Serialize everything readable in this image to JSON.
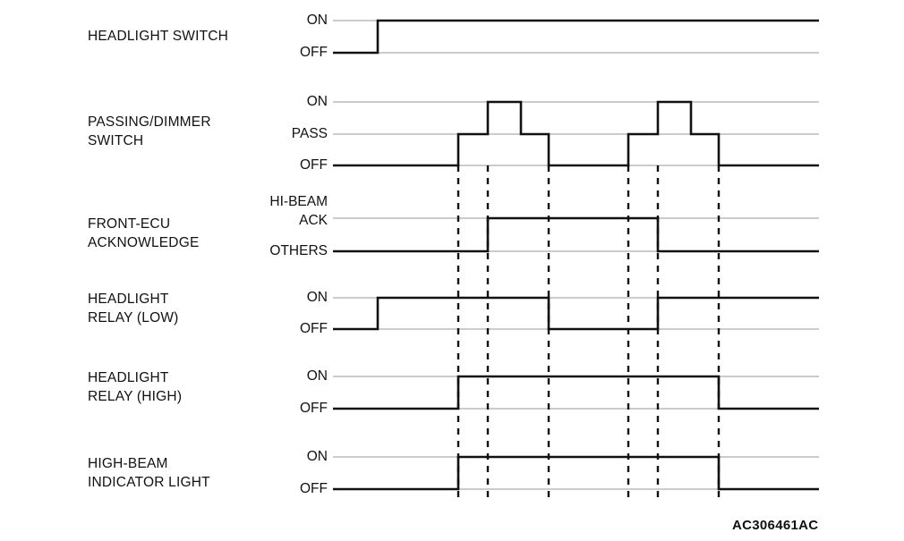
{
  "figure": {
    "caption": "AC306461AC",
    "background_color": "#ffffff",
    "waveform_color": "#111111",
    "gridline_color": "#9a9a9a",
    "dashed_line_color": "#111111"
  },
  "signals": [
    {
      "name": "HEADLIGHT SWITCH",
      "label": "HEADLIGHT SWITCH",
      "levels": [
        "ON",
        "OFF"
      ],
      "level_labels": [
        {
          "text": "ON",
          "y": 23
        },
        {
          "text": "OFF",
          "y": 59
        }
      ],
      "baseline_y": 59,
      "segments": [
        {
          "level": "OFF",
          "x_start": 372,
          "x_end": 422
        },
        {
          "level": "ON",
          "x_start": 422,
          "x_end": 915
        }
      ]
    },
    {
      "name": "PASSING/DIMMER SWITCH",
      "label": "PASSING/DIMMER\nSWITCH",
      "levels": [
        "ON",
        "PASS",
        "OFF"
      ],
      "level_labels": [
        {
          "text": "ON",
          "y": 114
        },
        {
          "text": "PASS",
          "y": 150
        },
        {
          "text": "OFF",
          "y": 185
        }
      ],
      "baseline_y": 185,
      "segments": [
        {
          "level": "OFF",
          "x_start": 372,
          "x_end": 512
        },
        {
          "level": "PASS",
          "x_start": 512,
          "x_end": 545
        },
        {
          "level": "ON",
          "x_start": 545,
          "x_end": 582
        },
        {
          "level": "PASS",
          "x_start": 582,
          "x_end": 613
        },
        {
          "level": "OFF",
          "x_start": 613,
          "x_end": 702
        },
        {
          "level": "PASS",
          "x_start": 702,
          "x_end": 735
        },
        {
          "level": "ON",
          "x_start": 735,
          "x_end": 772
        },
        {
          "level": "PASS",
          "x_start": 772,
          "x_end": 803
        },
        {
          "level": "OFF",
          "x_start": 803,
          "x_end": 915
        }
      ]
    },
    {
      "name": "FRONT-ECU ACKNOWLEDGE",
      "label": "FRONT-ECU\nACKNOWLEDGE",
      "levels": [
        "HI-BEAM ACK",
        "OTHERS"
      ],
      "level_labels": [
        {
          "text": "HI-BEAM\nACK",
          "y": 244
        },
        {
          "text": "OTHERS",
          "y": 281
        }
      ],
      "baseline_y": 281,
      "segments": [
        {
          "level": "OTHERS",
          "x_start": 372,
          "x_end": 545
        },
        {
          "level": "HI-BEAM ACK",
          "x_start": 545,
          "x_end": 735
        },
        {
          "level": "OTHERS",
          "x_start": 735,
          "x_end": 915
        }
      ]
    },
    {
      "name": "HEADLIGHT RELAY (LOW)",
      "label": "HEADLIGHT\nRELAY (LOW)",
      "levels": [
        "ON",
        "OFF"
      ],
      "level_labels": [
        {
          "text": "ON",
          "y": 333
        },
        {
          "text": "OFF",
          "y": 368
        }
      ],
      "baseline_y": 368,
      "segments": [
        {
          "level": "OFF",
          "x_start": 372,
          "x_end": 422
        },
        {
          "level": "ON",
          "x_start": 422,
          "x_end": 613
        },
        {
          "level": "OFF",
          "x_start": 613,
          "x_end": 735
        },
        {
          "level": "ON",
          "x_start": 735,
          "x_end": 915
        }
      ]
    },
    {
      "name": "HEADLIGHT RELAY (HIGH)",
      "label": "HEADLIGHT\nRELAY (HIGH)",
      "levels": [
        "ON",
        "OFF"
      ],
      "level_labels": [
        {
          "text": "ON",
          "y": 421
        },
        {
          "text": "OFF",
          "y": 457
        }
      ],
      "baseline_y": 457,
      "segments": [
        {
          "level": "OFF",
          "x_start": 372,
          "x_end": 512
        },
        {
          "level": "ON",
          "x_start": 512,
          "x_end": 803
        },
        {
          "level": "OFF",
          "x_start": 803,
          "x_end": 915
        }
      ]
    },
    {
      "name": "HIGH-BEAM INDICATOR LIGHT",
      "label": "HIGH-BEAM\nINDICATOR LIGHT",
      "levels": [
        "ON",
        "OFF"
      ],
      "level_labels": [
        {
          "text": "ON",
          "y": 511
        },
        {
          "text": "OFF",
          "y": 547
        }
      ],
      "baseline_y": 547,
      "segments": [
        {
          "level": "OFF",
          "x_start": 372,
          "x_end": 512
        },
        {
          "level": "ON",
          "x_start": 512,
          "x_end": 803
        },
        {
          "level": "OFF",
          "x_start": 803,
          "x_end": 915
        }
      ]
    }
  ],
  "event_markers": [
    512,
    545,
    613,
    702,
    735,
    803
  ],
  "chart_data": {
    "type": "line",
    "title": "Headlight / passing-dimmer switch timing chart",
    "xlabel": "",
    "ylabel": "",
    "x": [
      372,
      422,
      512,
      545,
      582,
      613,
      702,
      735,
      772,
      803,
      915
    ],
    "series": [
      {
        "name": "HEADLIGHT SWITCH",
        "levels": [
          "ON",
          "OFF"
        ],
        "values": [
          "OFF",
          "ON",
          "ON",
          "ON",
          "ON",
          "ON",
          "ON",
          "ON",
          "ON",
          "ON",
          "ON"
        ]
      },
      {
        "name": "PASSING/DIMMER SWITCH",
        "levels": [
          "ON",
          "PASS",
          "OFF"
        ],
        "values": [
          "OFF",
          "OFF",
          "PASS",
          "ON",
          "PASS",
          "OFF",
          "PASS",
          "ON",
          "PASS",
          "OFF",
          "OFF"
        ]
      },
      {
        "name": "FRONT-ECU ACKNOWLEDGE",
        "levels": [
          "HI-BEAM ACK",
          "OTHERS"
        ],
        "values": [
          "OTHERS",
          "OTHERS",
          "OTHERS",
          "HI-BEAM ACK",
          "HI-BEAM ACK",
          "HI-BEAM ACK",
          "HI-BEAM ACK",
          "OTHERS",
          "OTHERS",
          "OTHERS",
          "OTHERS"
        ]
      },
      {
        "name": "HEADLIGHT RELAY (LOW)",
        "levels": [
          "ON",
          "OFF"
        ],
        "values": [
          "OFF",
          "ON",
          "ON",
          "ON",
          "ON",
          "OFF",
          "OFF",
          "ON",
          "ON",
          "ON",
          "ON"
        ]
      },
      {
        "name": "HEADLIGHT RELAY (HIGH)",
        "levels": [
          "ON",
          "OFF"
        ],
        "values": [
          "OFF",
          "OFF",
          "ON",
          "ON",
          "ON",
          "ON",
          "ON",
          "ON",
          "ON",
          "OFF",
          "OFF"
        ]
      },
      {
        "name": "HIGH-BEAM INDICATOR LIGHT",
        "levels": [
          "ON",
          "OFF"
        ],
        "values": [
          "OFF",
          "OFF",
          "ON",
          "ON",
          "ON",
          "ON",
          "ON",
          "ON",
          "ON",
          "OFF",
          "OFF"
        ]
      }
    ],
    "grid": true,
    "legend": "none"
  }
}
